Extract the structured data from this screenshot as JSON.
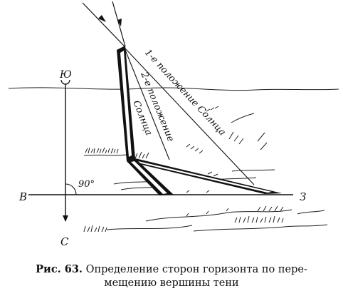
{
  "figure": {
    "labels": {
      "south": "Ю",
      "north": "С",
      "west": "В",
      "east": "З",
      "angle": "90°",
      "position1": "1-е положение Солнца",
      "position2_line1": "2-е положение",
      "position2_line2": "Солнца"
    }
  },
  "caption": {
    "lead": "Рис. 63.",
    "line1": "Определение сторон горизонта по пере-",
    "line2": "мещению вершины тени"
  }
}
